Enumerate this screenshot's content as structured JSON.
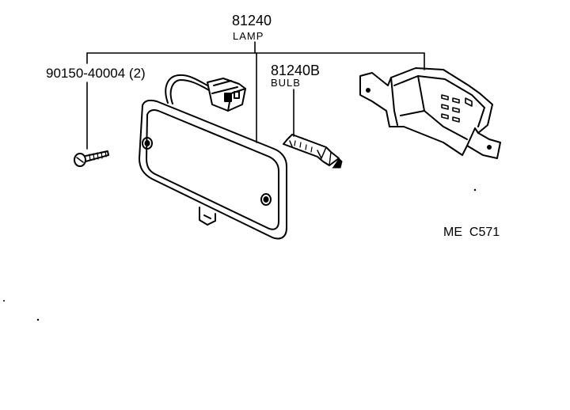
{
  "parts": {
    "lamp": {
      "number": "81240",
      "name": "LAMP"
    },
    "bulb": {
      "number": "81240B",
      "name": "BULB"
    },
    "screw": {
      "number": "90150-40004 (2)"
    }
  },
  "diagram_code": "ME  C571",
  "colors": {
    "ink": "#000000",
    "paper": "#ffffff"
  }
}
